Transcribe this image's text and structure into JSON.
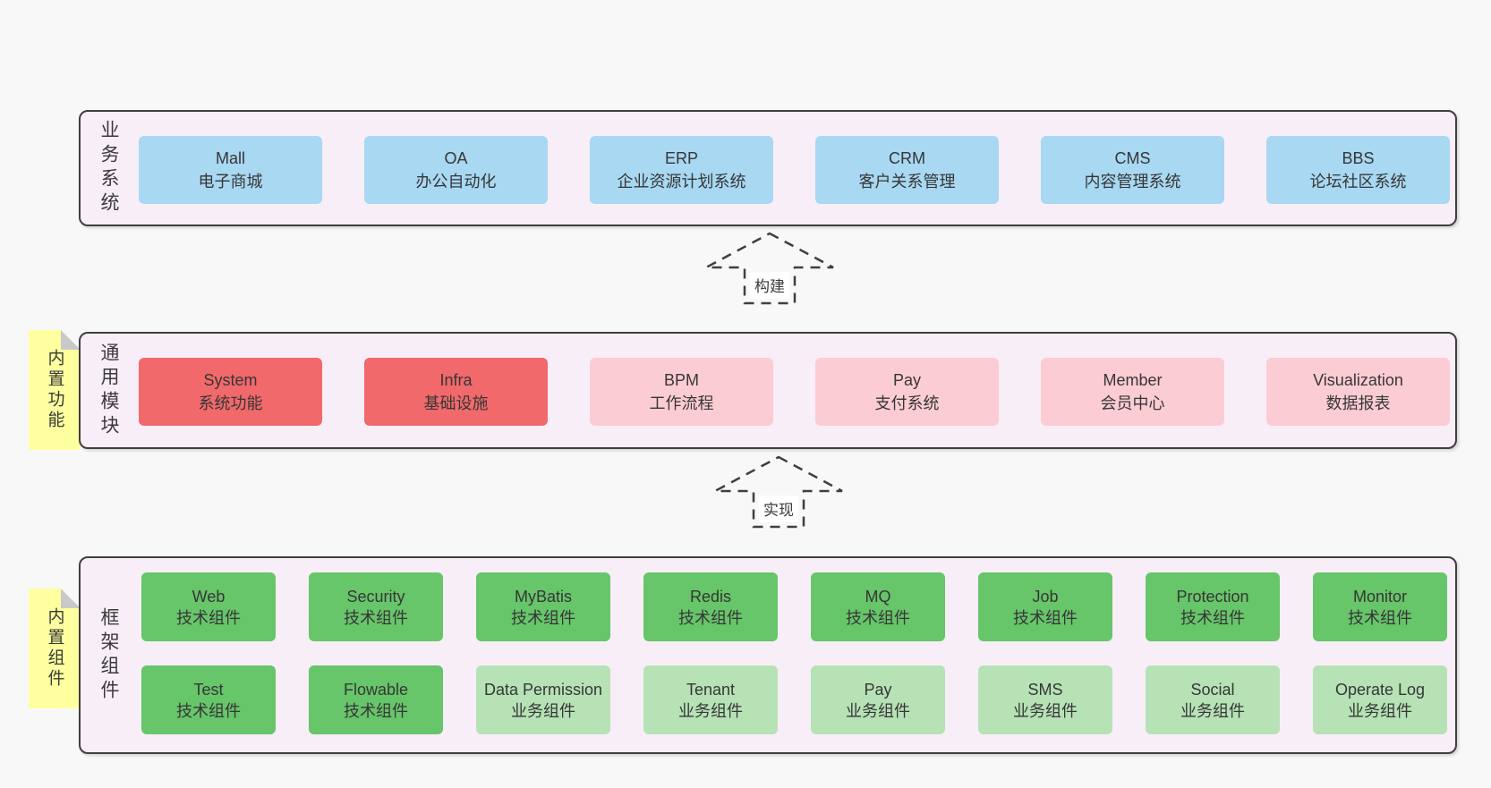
{
  "page": {
    "background": "#f8f8f8"
  },
  "colors": {
    "panel_background": "#f8eef7",
    "panel_border": "#3f3f3f",
    "blue_box": "#a8d8f2",
    "red_box": "#f1696b",
    "pink_box": "#fcccd5",
    "green_box": "#67c56a",
    "light_green_box": "#b6e2b6",
    "sticky_note": "#feff9e",
    "note_fold": "#c9c9c9",
    "text": "#3a3a3a"
  },
  "arrows": [
    {
      "label": "构建"
    },
    {
      "label": "实现"
    }
  ],
  "bands": [
    {
      "label": "业务系统",
      "boxes": [
        {
          "name": "Mall",
          "desc": "电子商城",
          "color": "blue"
        },
        {
          "name": "OA",
          "desc": "办公自动化",
          "color": "blue"
        },
        {
          "name": "ERP",
          "desc": "企业资源计划系统",
          "color": "blue"
        },
        {
          "name": "CRM",
          "desc": "客户关系管理",
          "color": "blue"
        },
        {
          "name": "CMS",
          "desc": "内容管理系统",
          "color": "blue"
        },
        {
          "name": "BBS",
          "desc": "论坛社区系统",
          "color": "blue"
        }
      ]
    },
    {
      "label": "通用模块",
      "note": "内置功能",
      "boxes": [
        {
          "name": "System",
          "desc": "系统功能",
          "color": "red"
        },
        {
          "name": "Infra",
          "desc": "基础设施",
          "color": "red"
        },
        {
          "name": "BPM",
          "desc": "工作流程",
          "color": "pink"
        },
        {
          "name": "Pay",
          "desc": "支付系统",
          "color": "pink"
        },
        {
          "name": "Member",
          "desc": "会员中心",
          "color": "pink"
        },
        {
          "name": "Visualization",
          "desc": "数据报表",
          "color": "pink"
        }
      ]
    },
    {
      "label": "框架组件",
      "note": "内置组件",
      "rows": [
        [
          {
            "name": "Web",
            "desc": "技术组件",
            "color": "green"
          },
          {
            "name": "Security",
            "desc": "技术组件",
            "color": "green"
          },
          {
            "name": "MyBatis",
            "desc": "技术组件",
            "color": "green"
          },
          {
            "name": "Redis",
            "desc": "技术组件",
            "color": "green"
          },
          {
            "name": "MQ",
            "desc": "技术组件",
            "color": "green"
          },
          {
            "name": "Job",
            "desc": "技术组件",
            "color": "green"
          },
          {
            "name": "Protection",
            "desc": "技术组件",
            "color": "green"
          },
          {
            "name": "Monitor",
            "desc": "技术组件",
            "color": "green"
          }
        ],
        [
          {
            "name": "Test",
            "desc": "技术组件",
            "color": "green"
          },
          {
            "name": "Flowable",
            "desc": "技术组件",
            "color": "green"
          },
          {
            "name": "Data Permission",
            "desc": "业务组件",
            "color": "light_green"
          },
          {
            "name": "Tenant",
            "desc": "业务组件",
            "color": "light_green"
          },
          {
            "name": "Pay",
            "desc": "业务组件",
            "color": "light_green"
          },
          {
            "name": "SMS",
            "desc": "业务组件",
            "color": "light_green"
          },
          {
            "name": "Social",
            "desc": "业务组件",
            "color": "light_green"
          },
          {
            "name": "Operate Log",
            "desc": "业务组件",
            "color": "light_green"
          }
        ]
      ]
    }
  ]
}
